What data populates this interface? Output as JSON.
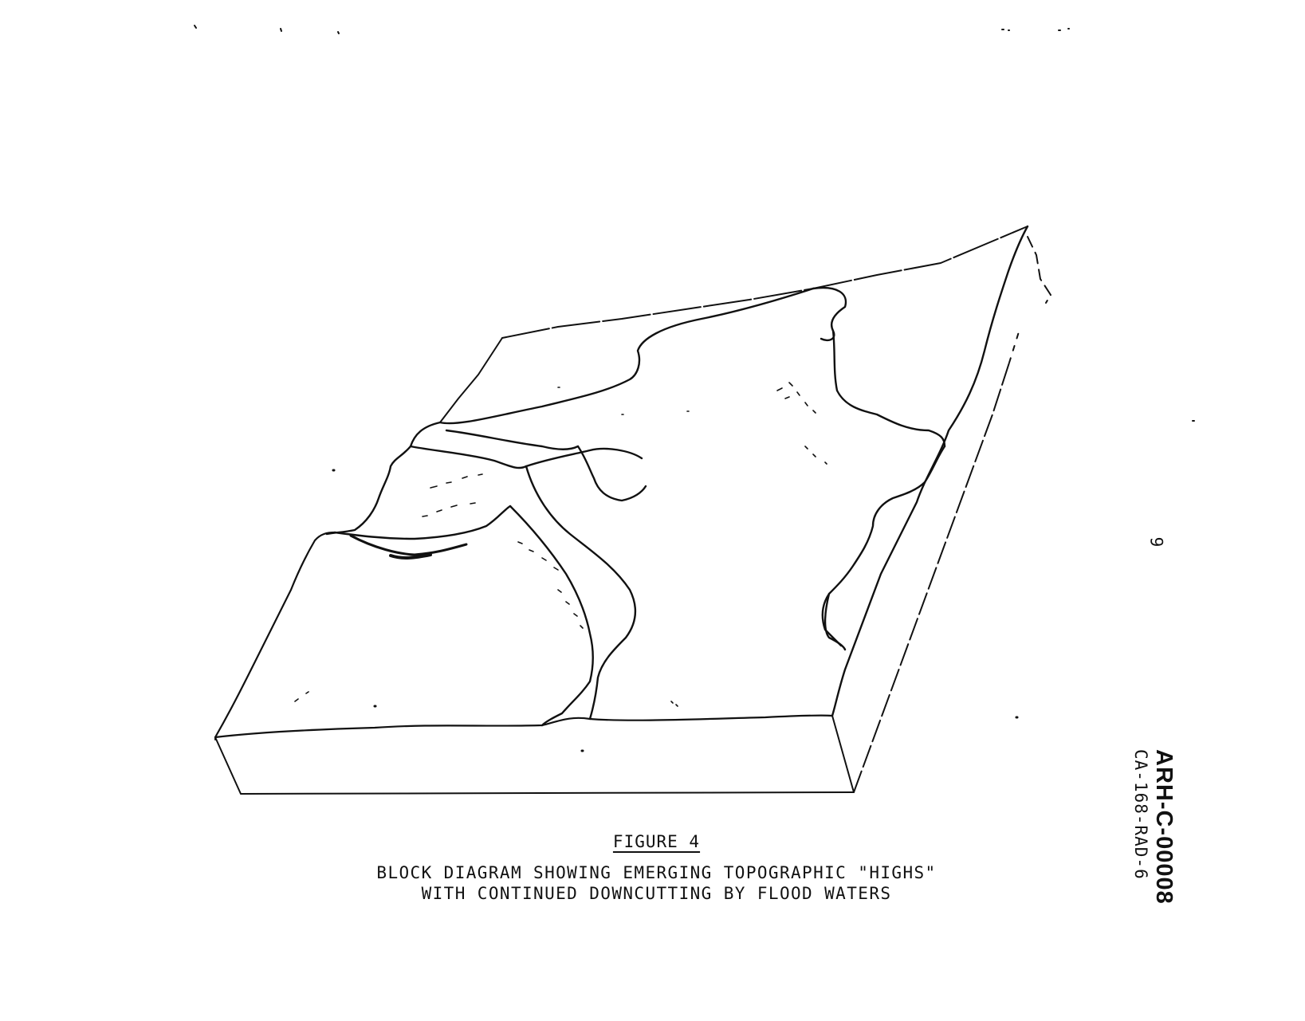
{
  "figure": {
    "number": "FIGURE 4",
    "caption_line1": "BLOCK DIAGRAM SHOWING EMERGING TOPOGRAPHIC \"HIGHS\"",
    "caption_line2": "WITH CONTINUED DOWNCUTTING BY FLOOD WATERS"
  },
  "page_number": "9",
  "stamp": {
    "document_id": "ARH-C-00008",
    "reference": "CA-168-RAD-6"
  },
  "colors": {
    "ink": "#111111",
    "paper": "#ffffff"
  }
}
